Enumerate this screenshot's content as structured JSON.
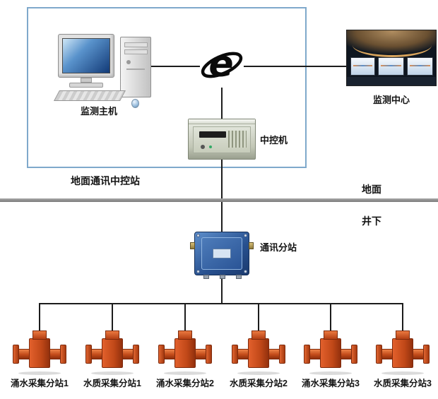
{
  "labels": {
    "ground_station": "地面通讯中控站",
    "monitor_host": "监测主机",
    "monitor_center": "监测中心",
    "control_machine": "中控机",
    "surface": "地面",
    "underground": "井下",
    "comm_substation": "通讯分站"
  },
  "devices": [
    {
      "label": "涌水采集分站1"
    },
    {
      "label": "水质采集分站1"
    },
    {
      "label": "涌水采集分站2"
    },
    {
      "label": "水质采集分站2"
    },
    {
      "label": "涌水采集分站3"
    },
    {
      "label": "水质采集分站3"
    }
  ],
  "colors": {
    "frame_blue": "#7fa9cb",
    "junction_blue": "#27508f",
    "device_orange": "#c04818",
    "divider_gray": "#8c8c8c",
    "line_black": "#1c1c1c"
  }
}
